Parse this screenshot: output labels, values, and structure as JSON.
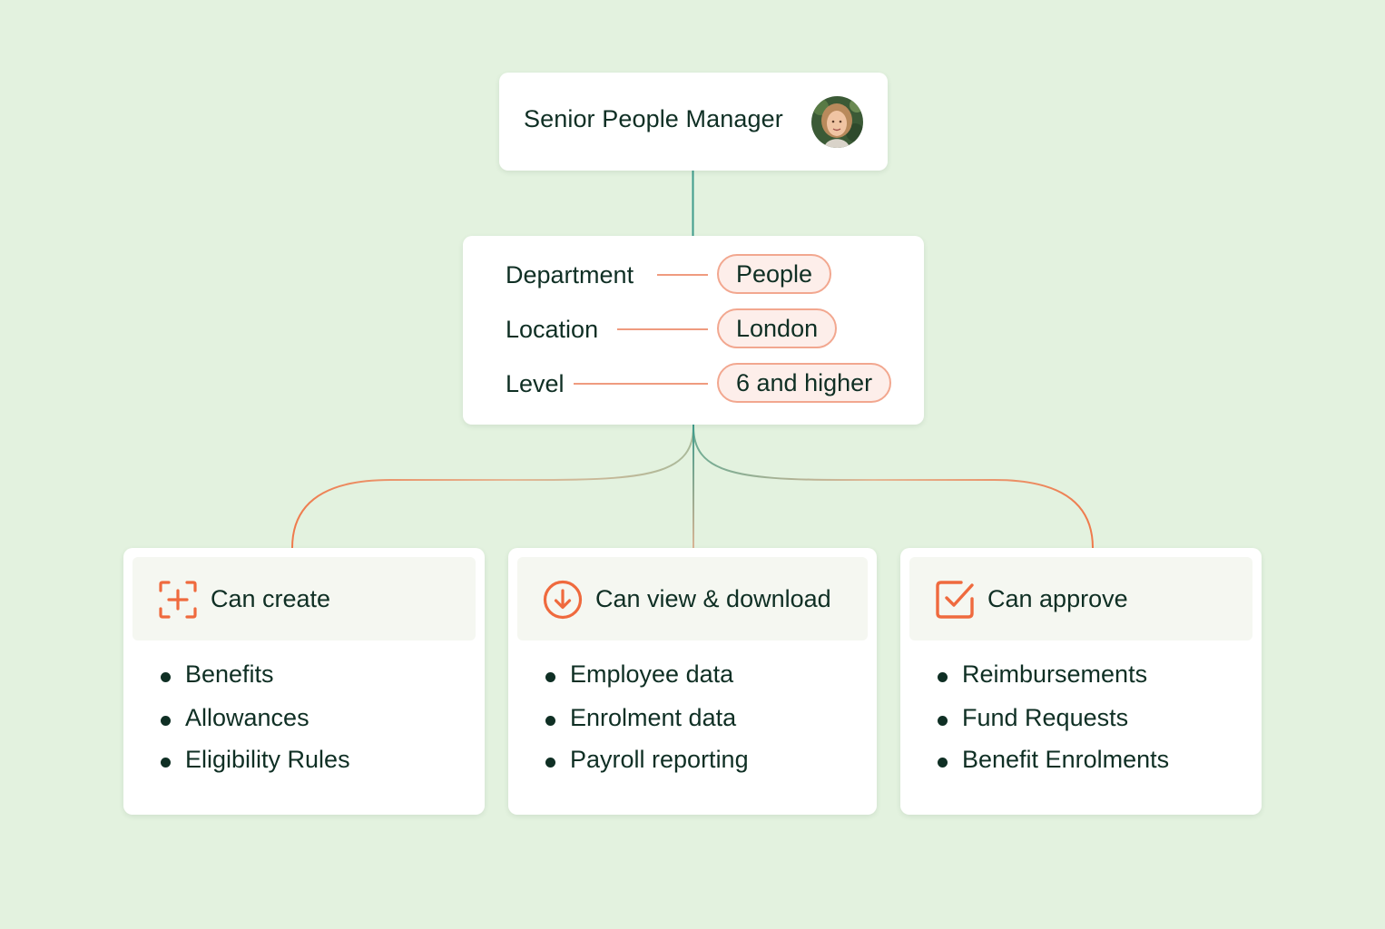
{
  "role": {
    "title": "Senior People Manager",
    "avatar_icon": "person-avatar"
  },
  "criteria": [
    {
      "label": "Department",
      "value": "People"
    },
    {
      "label": "Location",
      "value": "London"
    },
    {
      "label": "Level",
      "value": "6 and higher"
    }
  ],
  "permissions": [
    {
      "title": "Can create",
      "icon": "add-frame-icon",
      "items": [
        "Benefits",
        "Allowances",
        "Eligibility Rules"
      ]
    },
    {
      "title": "Can view & download",
      "icon": "download-circle-icon",
      "items": [
        "Employee data",
        "Enrolment data",
        "Payroll reporting"
      ]
    },
    {
      "title": "Can approve",
      "icon": "checkbox-icon",
      "items": [
        "Reimbursements",
        "Fund Requests",
        "Benefit Enrolments"
      ]
    }
  ],
  "colors": {
    "background": "#e3f2df",
    "accent": "#ef6a3e",
    "teal": "#3f9c8c",
    "text": "#0f2f24"
  }
}
